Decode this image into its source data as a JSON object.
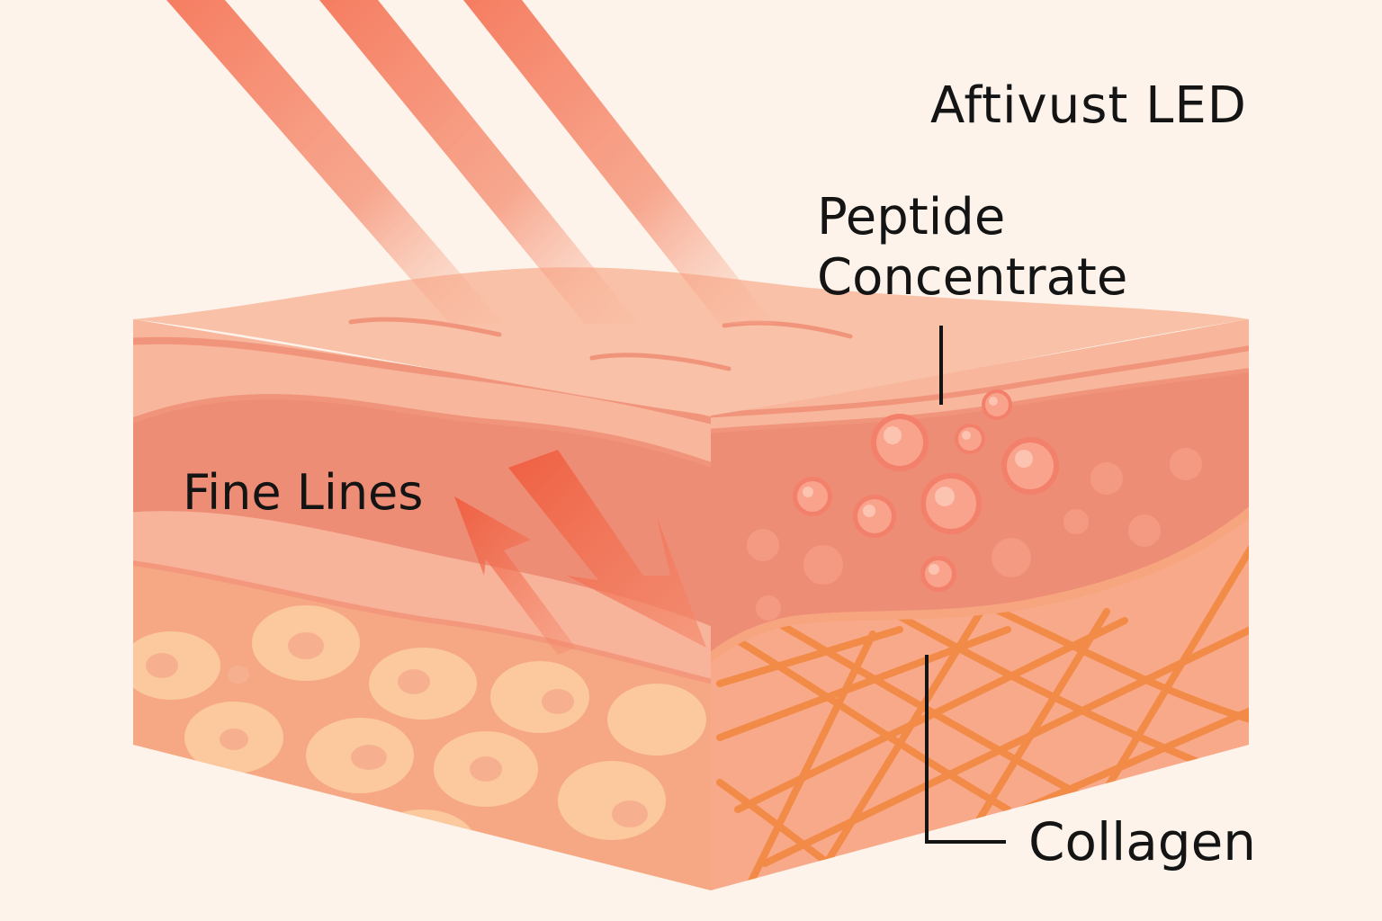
{
  "title": "Aftivust LED",
  "labels": {
    "peptide_line1": "Peptide",
    "peptide_line2": "Concentrate",
    "fine_lines": "Fine Lines",
    "collagen": "Collagen"
  },
  "colors": {
    "background": "#fdf3ea",
    "light_beam": "#f26a4b",
    "epidermis": "#f8b79c",
    "dermis": "#ee8d76",
    "fat_layer": "#f5a883",
    "fat_cells": "#fbc99d",
    "collagen_fibers": "#f28a48",
    "peptide_bubbles": "#f59a82",
    "text": "#141414"
  }
}
